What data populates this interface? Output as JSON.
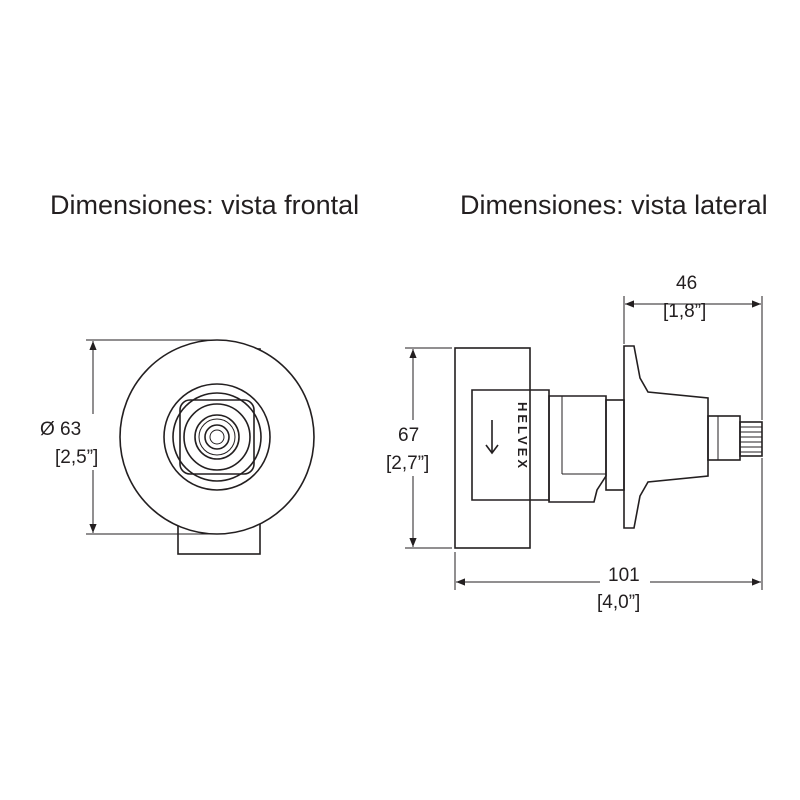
{
  "titles": {
    "front": "Dimensiones: vista frontal",
    "side": "Dimensiones: vista lateral"
  },
  "front_view": {
    "diameter_mm": "Ø 63",
    "diameter_in": "[2,5”]"
  },
  "side_view": {
    "height_mm": "67",
    "height_in": "[2,7”]",
    "stem_length_mm": "46",
    "stem_length_in": "[1,8”]",
    "total_length_mm": "101",
    "total_length_in": "[4,0”]",
    "brand_label": "HELVEX"
  }
}
